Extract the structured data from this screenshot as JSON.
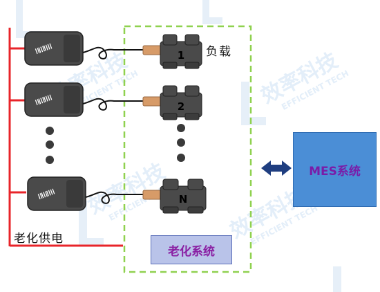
{
  "diagram": {
    "load_label": "负载",
    "supply_label": "老化供电",
    "aging_system_label": "老化系统",
    "mes_system_label": "MES系统",
    "load_numbers": [
      "1",
      "2",
      "N"
    ],
    "watermark_cn": "效率科技",
    "watermark_en": "EFFICIENT TECH"
  },
  "colors": {
    "power_line": "#e8242a",
    "dashed_frame": "#8fd14f",
    "aging_box_fill": "#b9c3e9",
    "mes_box_fill": "#4b8ed6",
    "label_text": "#7a1ca8",
    "arrow": "#1f3e80"
  },
  "icons": [
    "barcode-scanner-icon",
    "cable-icon",
    "connector-plug-icon",
    "load-module-icon",
    "double-arrow-icon"
  ]
}
